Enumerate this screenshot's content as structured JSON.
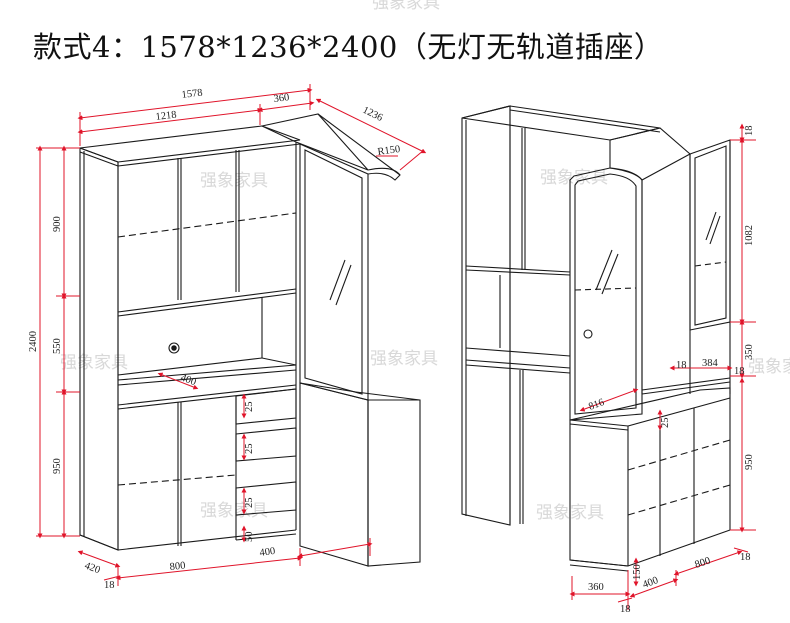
{
  "title": "款式4：1578*1236*2400（无灯无轨道插座）",
  "colors": {
    "outline": "#1a1a1a",
    "dimension": "#e0142a",
    "watermark": "#d8d8d8"
  },
  "watermark": "强象家具",
  "left_view": {
    "dims": {
      "total_width": "1578",
      "main_width": "1218",
      "corner_width": "360",
      "depth": "1236",
      "radius": "R150",
      "height_total": "2400",
      "height_upper": "900",
      "height_middle": "550",
      "height_lower": "950",
      "shelf_depth": "400",
      "drawer_1": "25",
      "drawer_2": "25",
      "drawer_3": "25",
      "base_height": "50",
      "side_depth": "420",
      "base_offset": "18",
      "bottom_width": "800",
      "side_width": "400"
    }
  },
  "right_view": {
    "dims": {
      "top_gap": "18",
      "glass_height": "1082",
      "shelf_height": "350",
      "shelf_gap": "18",
      "lower_height": "950",
      "side_offset": "18",
      "inner_gap": "18",
      "inner_width": "384",
      "counter_depth": "816",
      "drawer": "25",
      "bottom_left": "360",
      "base_height": "150",
      "base_gap": "18",
      "bottom_mid": "400",
      "bottom_right": "800",
      "bottom_offset": "18"
    }
  }
}
